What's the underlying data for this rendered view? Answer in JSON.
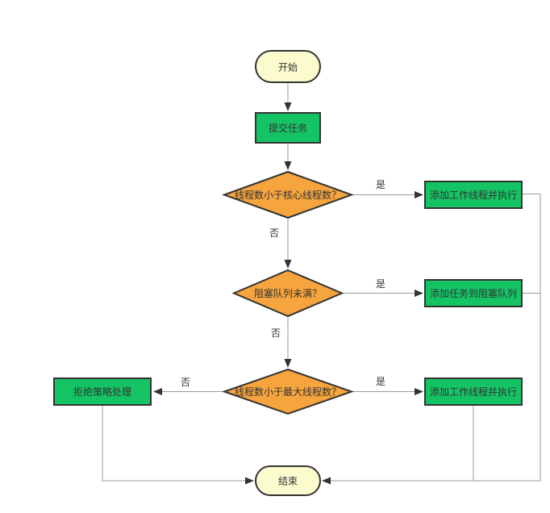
{
  "diagram": {
    "type": "flowchart",
    "background": "#ffffff",
    "colors": {
      "terminator_fill": "#FBFBCD",
      "process_fill": "#14C464",
      "decision_fill": "#F6A43D",
      "shape_border": "#333333",
      "edge_line": "#999999",
      "arrowhead": "#333333",
      "text": "#333333"
    },
    "nodes": {
      "start": {
        "label": "开始",
        "type": "terminator"
      },
      "submit": {
        "label": "提交任务",
        "type": "process"
      },
      "check_core": {
        "label": "线程数小于核心线程数？",
        "type": "decision"
      },
      "add_worker_core": {
        "label": "添加工作线程并执行",
        "type": "process"
      },
      "check_queue": {
        "label": "阻塞队列未满？",
        "type": "decision"
      },
      "enqueue": {
        "label": "添加任务到阻塞队列",
        "type": "process"
      },
      "check_max": {
        "label": "线程数小于最大线程数？",
        "type": "decision"
      },
      "add_worker_max": {
        "label": "添加工作线程并执行",
        "type": "process"
      },
      "reject": {
        "label": "拒绝策略处理",
        "type": "process"
      },
      "end": {
        "label": "结束",
        "type": "terminator"
      }
    },
    "edge_labels": {
      "core_yes": "是",
      "core_no": "否",
      "queue_yes": "是",
      "queue_no": "否",
      "max_yes": "是",
      "max_no": "否"
    }
  }
}
